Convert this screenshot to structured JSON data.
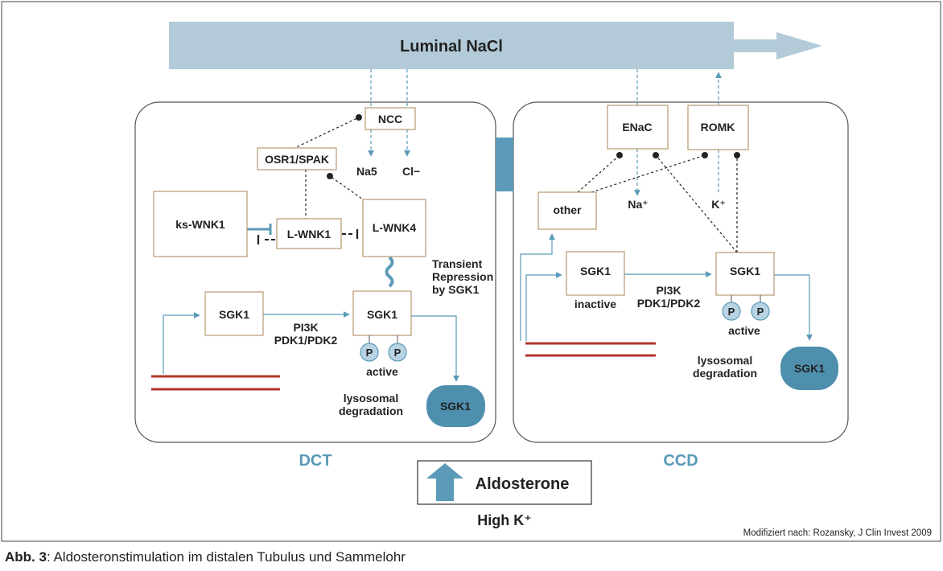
{
  "luminal": "Luminal NaCl",
  "dct": {
    "label": "DCT",
    "ncc": "NCC",
    "na": "Na5",
    "cl": "Cl−",
    "osr1": "OSR1/SPAK",
    "kswnk1": "ks-WNK1",
    "lwnk1": "L-WNK1",
    "lwnk4": "L-WNK4",
    "transient": [
      "Transient",
      "Repression",
      "by SGK1"
    ],
    "sgk1_a": "SGK1",
    "sgk1_b": "SGK1",
    "pathway": [
      "PI3K",
      "PDK1/PDK2"
    ],
    "p1": "P",
    "p2": "P",
    "active": "active",
    "lyso": [
      "lysosomal",
      "degradation"
    ],
    "sgk1_deg": "SGK1"
  },
  "ccd": {
    "label": "CCD",
    "enac": "ENaC",
    "romk": "ROMK",
    "other": "other",
    "na": "Na⁺",
    "k": "K⁺",
    "sgk1_a": "SGK1",
    "inactive": "inactive",
    "sgk1_b": "SGK1",
    "pathway": [
      "PI3K",
      "PDK1/PDK2"
    ],
    "p1": "P",
    "p2": "P",
    "active": "active",
    "lyso": [
      "lysosomal",
      "degradation"
    ],
    "sgk1_deg": "SGK1"
  },
  "aldosterone": "Aldosterone",
  "highk": "High K⁺",
  "source": "Modifiziert nach: Rozansky, J Clin Invest 2009",
  "caption": {
    "prefix": "Abb. 3",
    "text": ": Aldosteronstimulation im distalen Tubulus und Sammelohr"
  },
  "colors": {
    "luminal_band": "#b3cbd9",
    "arrow_blue": "#5b9ab8",
    "cell_label_blue": "#5b9ab8",
    "box_border": "#b89870",
    "red_lines": "#b0352a",
    "sgk_blob": "#4f8fae",
    "p_circle": "#b8d3e3"
  }
}
